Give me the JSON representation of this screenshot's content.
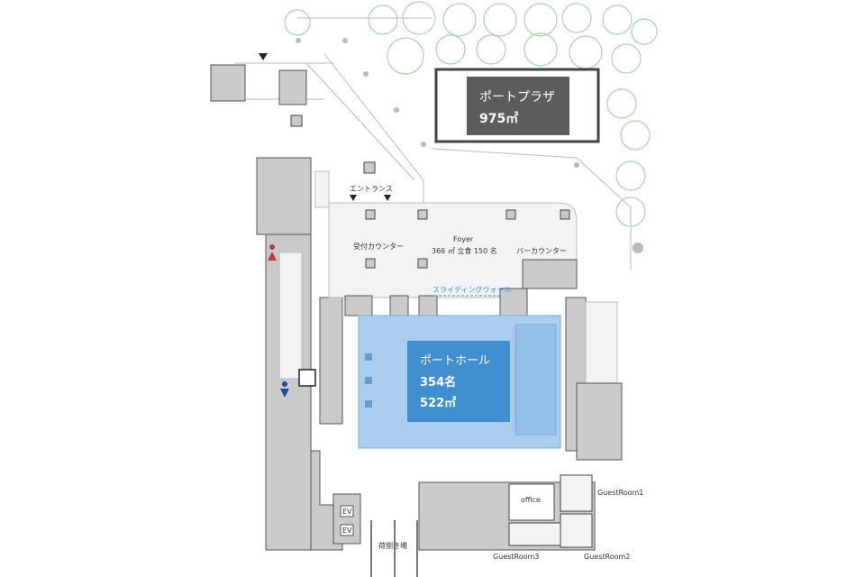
{
  "colors": {
    "hall_fill": "#a8cdee",
    "hall_label": "#3f8fd1",
    "plaza_label": "#5a5c5e",
    "sliding_wall": "#3f8fd1",
    "women_icon": "#c0393b",
    "men_icon": "#1f4e9a",
    "trees": "#a9d3ae"
  },
  "port_plaza": {
    "name": "ポートプラザ",
    "area": "975㎡"
  },
  "port_hall": {
    "name": "ポートホール",
    "capacity": "354名",
    "area": "522㎡"
  },
  "labels": {
    "entrance": "エントランス",
    "reception": "受付カウンター",
    "foyer": "Foyer",
    "foyer_info": "366 ㎡ 立食 150 名",
    "bar": "バーカウンター",
    "sliding_wall": "スライディングウォール",
    "office": "office",
    "guest1": "GuestRoom1",
    "guest2": "GuestRoom2",
    "guest3": "GuestRoom3",
    "ev1": "EV",
    "ev2": "EV",
    "loading": "荷捌き場"
  },
  "icons": [
    "entrance-arrow-icon",
    "women-restroom-icon",
    "men-restroom-icon",
    "accessible-restroom-icon",
    "tree-icon"
  ]
}
